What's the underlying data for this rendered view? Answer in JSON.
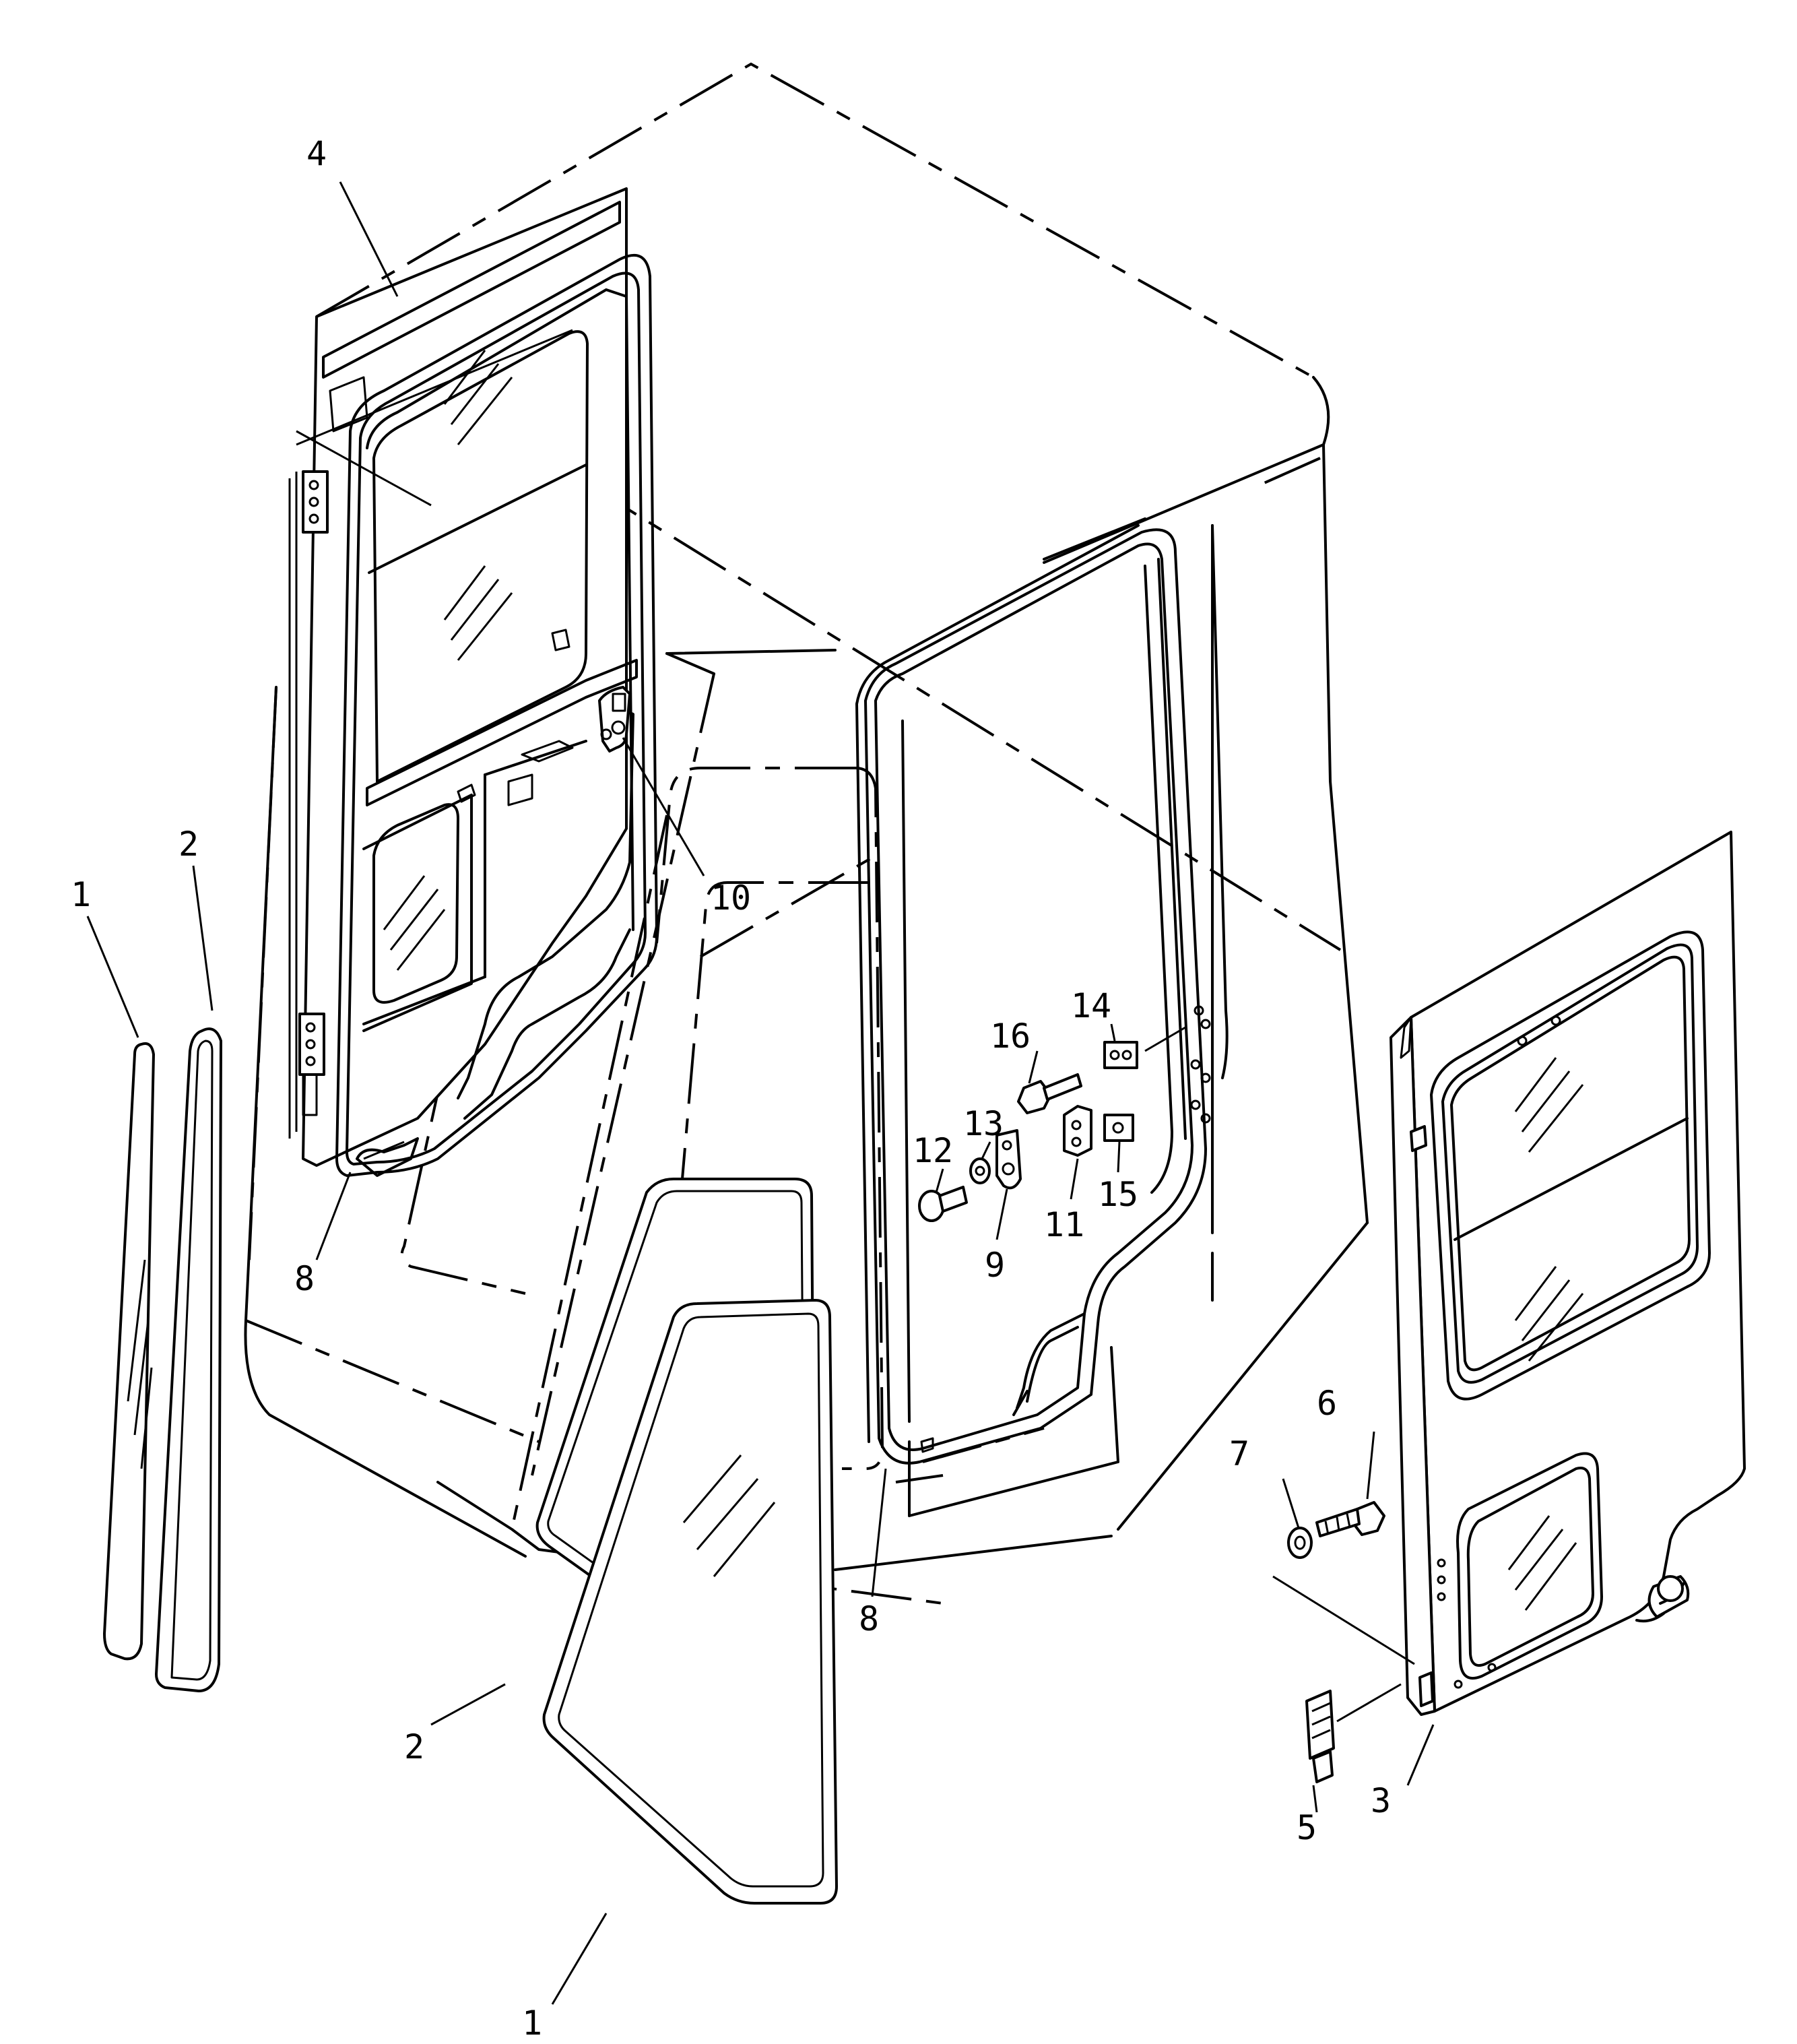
{
  "callouts": [
    {
      "id": "c1a",
      "label": "1"
    },
    {
      "id": "c1b",
      "label": "1"
    },
    {
      "id": "c2a",
      "label": "2"
    },
    {
      "id": "c2b",
      "label": "2"
    },
    {
      "id": "c3",
      "label": "3"
    },
    {
      "id": "c4",
      "label": "4"
    },
    {
      "id": "c5",
      "label": "5"
    },
    {
      "id": "c6",
      "label": "6"
    },
    {
      "id": "c7",
      "label": "7"
    },
    {
      "id": "c8a",
      "label": "8"
    },
    {
      "id": "c8b",
      "label": "8"
    },
    {
      "id": "c9",
      "label": "9"
    },
    {
      "id": "c10",
      "label": "10"
    },
    {
      "id": "c11",
      "label": "11"
    },
    {
      "id": "c12",
      "label": "12"
    },
    {
      "id": "c13",
      "label": "13"
    },
    {
      "id": "c14",
      "label": "14"
    },
    {
      "id": "c15",
      "label": "15"
    },
    {
      "id": "c16",
      "label": "16"
    }
  ]
}
